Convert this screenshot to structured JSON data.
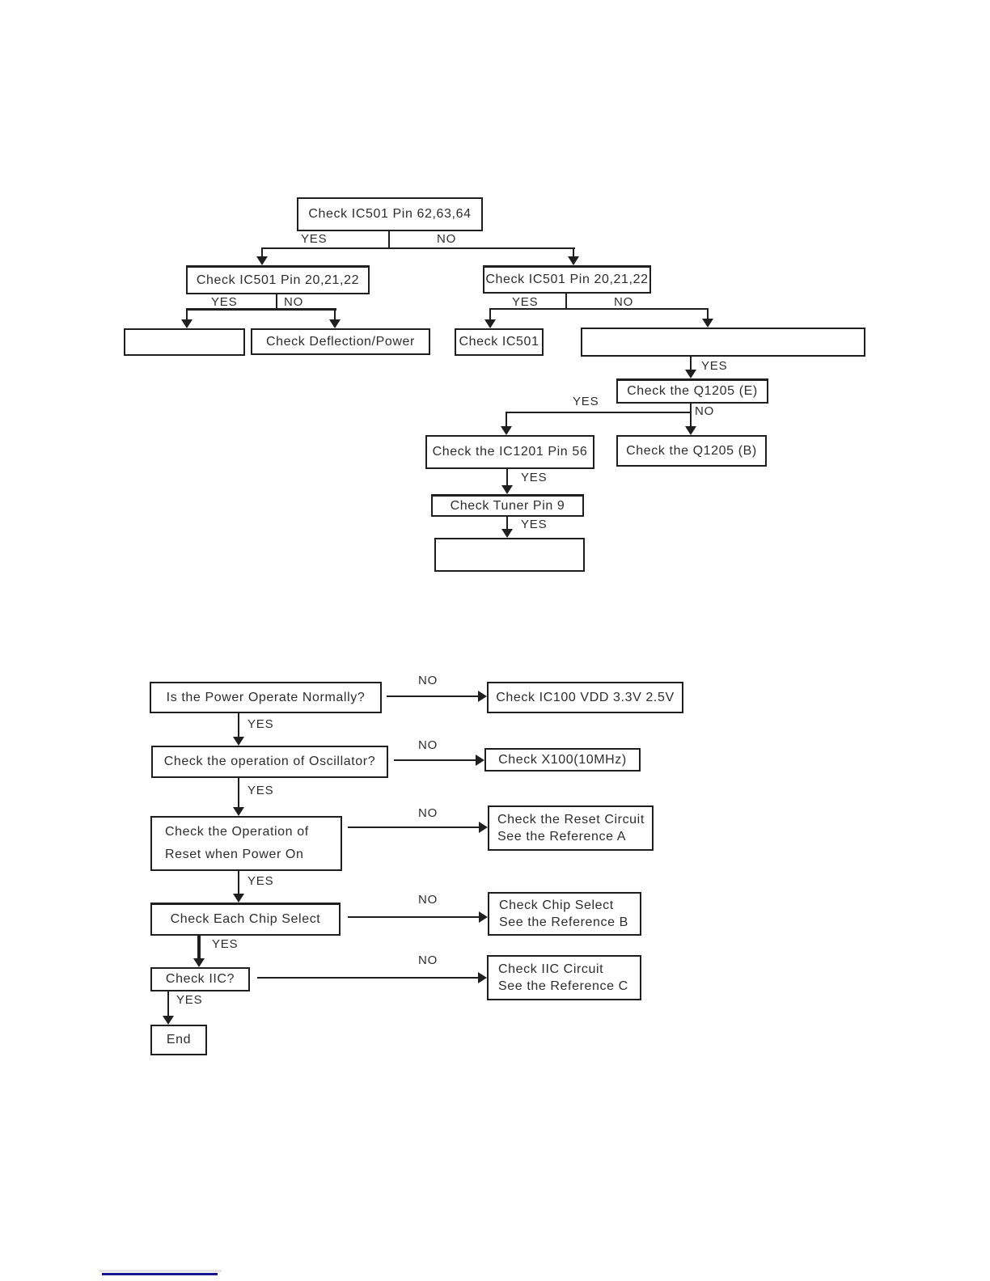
{
  "labels": {
    "yes": "YES",
    "no": "NO"
  },
  "colors": {
    "line": "#1f1f1f",
    "footer_rule": "#16168e"
  },
  "top_chart": {
    "root": "Check IC501 Pin 62,63,64",
    "left_branch": {
      "check": "Check IC501 Pin 20,21,22",
      "yes_result": "",
      "no_result": "Check Deflection/Power"
    },
    "right_branch": {
      "check": "Check IC501 Pin 20,21,22",
      "yes_result": "Check IC501",
      "no_result": "",
      "q1205_e": "Check the Q1205 (E)",
      "q1205_b": "Check the Q1205 (B)",
      "ic1201": "Check the IC1201 Pin 56",
      "tuner": "Check Tuner Pin 9",
      "final_result": ""
    }
  },
  "bottom_chart": {
    "power_check": "Is the Power Operate Normally?",
    "ic100_check": "Check IC100 VDD 3.3V 2.5V",
    "oscillator_check": "Check the operation of Oscillator?",
    "x100_check": "Check X100(10MHz)",
    "reset_operation": {
      "line1": "Check the Operation of",
      "line2": "Reset when Power On"
    },
    "reset_circuit": {
      "line1": "Check the Reset Circuit",
      "line2": "See the Reference A"
    },
    "chip_select_check": "Check Each Chip Select",
    "chip_select_ref": {
      "line1": "Check Chip Select",
      "line2": "See the Reference B"
    },
    "iic_check": "Check IIC?",
    "iic_circuit": {
      "line1": "Check IIC Circuit",
      "line2": "See the Reference C"
    },
    "end": "End"
  }
}
